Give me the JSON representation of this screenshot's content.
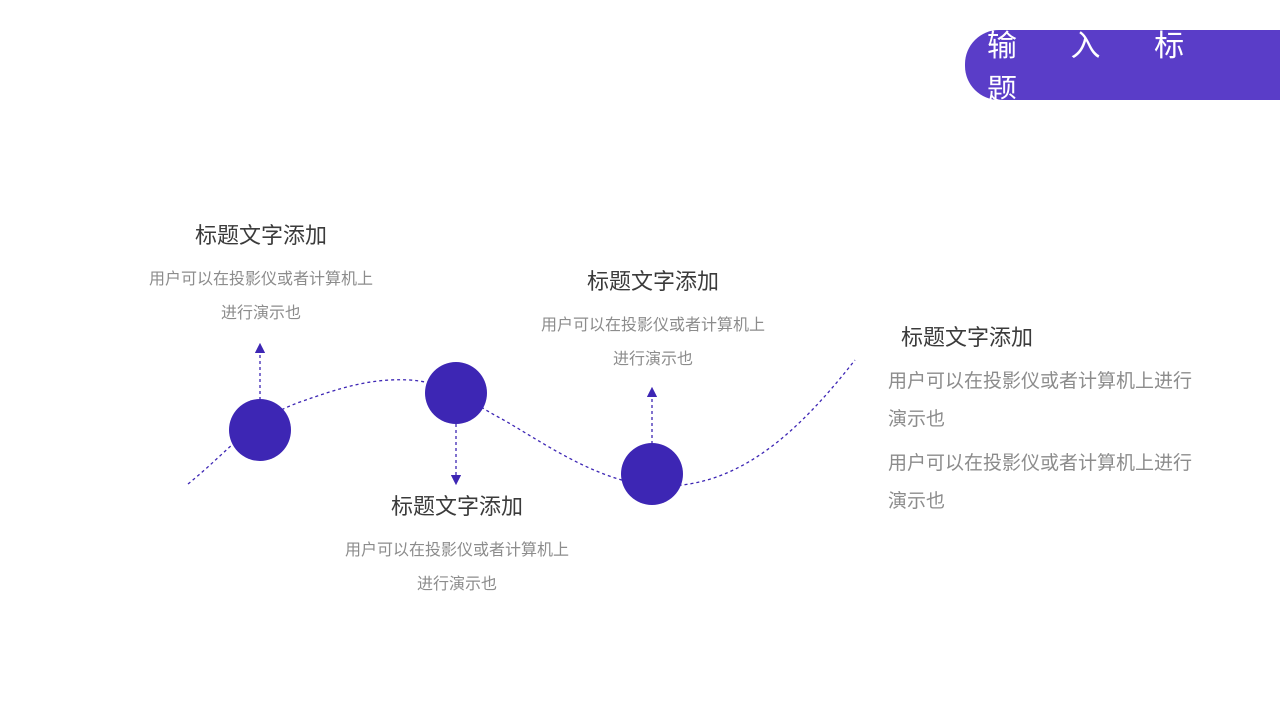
{
  "header": {
    "title": "输 入 标 题"
  },
  "steps": [
    {
      "heading": "标题文字添加",
      "text": "用户可以在投影仪或者计算机上进行演示也"
    },
    {
      "heading": "标题文字添加",
      "text": "用户可以在投影仪或者计算机上进行演示也"
    },
    {
      "heading": "标题文字添加",
      "text": "用户可以在投影仪或者计算机上进行演示也"
    }
  ],
  "side": {
    "heading": "标题文字添加",
    "paragraphs": [
      "用户可以在投影仪或者计算机上进行演示也",
      "用户可以在投影仪或者计算机上进行演示也"
    ]
  },
  "colors": {
    "accent": "#5a3dc8",
    "node": "#3d26b4",
    "dash": "#3d26b4",
    "heading": "#3b3b3b",
    "body": "#8c8c8c"
  }
}
